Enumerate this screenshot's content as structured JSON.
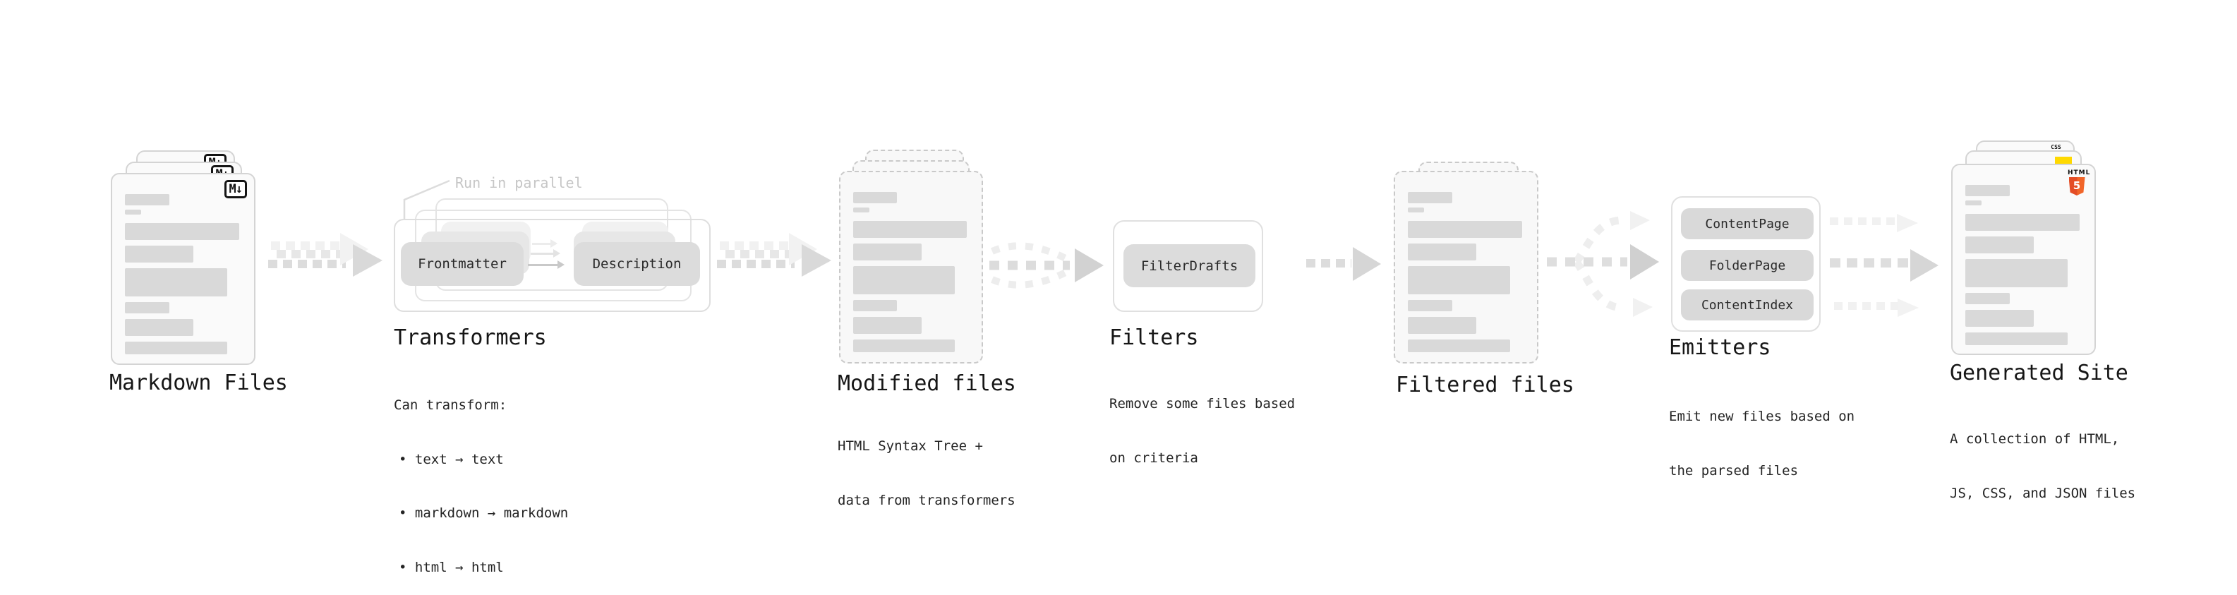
{
  "stages": {
    "markdown_files": {
      "title": "Markdown Files",
      "badge": "M↓"
    },
    "transformers": {
      "title": "Transformers",
      "note": "Run in parallel",
      "pill_left": "Frontmatter",
      "pill_right": "Description",
      "desc_lines": [
        "Can transform:",
        "• text → text",
        "• markdown → markdown",
        "• html → html"
      ]
    },
    "modified_files": {
      "title": "Modified files",
      "desc_lines": [
        "HTML Syntax Tree +",
        "data from transformers"
      ]
    },
    "filters": {
      "title": "Filters",
      "pill": "FilterDrafts",
      "desc_lines": [
        "Remove some files based",
        "on criteria"
      ]
    },
    "filtered_files": {
      "title": "Filtered files"
    },
    "emitters": {
      "title": "Emitters",
      "pills": [
        "ContentPage",
        "FolderPage",
        "ContentIndex"
      ],
      "desc_lines": [
        "Emit new files based on",
        "the parsed files"
      ]
    },
    "generated_site": {
      "title": "Generated Site",
      "desc_lines": [
        "A collection of HTML,",
        "JS, CSS, and JSON files"
      ],
      "badge_html_label": "HTML",
      "badge_html_number": "5",
      "badge_css_label": "CSS"
    }
  },
  "colors": {
    "html5_orange": "#f16529",
    "js_yellow": "#ffd900",
    "css_blue": "#2962f1",
    "bar_gray": "#d9d9d9",
    "arrow_gray": "#dcdcdc"
  }
}
